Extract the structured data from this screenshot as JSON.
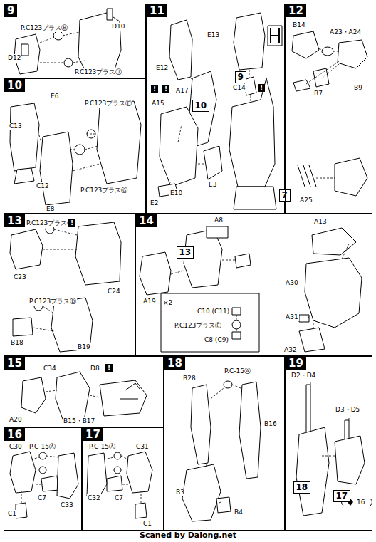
{
  "diagram": {
    "nodes": [
      {
        "text": [
          "9"
        ]
      },
      {
        "text": [
          "10"
        ]
      },
      {
        "text": [
          "11"
        ]
      },
      {
        "text": [
          "9"
        ],
        "in": 2
      },
      {
        "text": [
          "10"
        ],
        "in": 2
      },
      {
        "text": [
          "7"
        ],
        "in": 2
      },
      {
        "text": [
          "12"
        ]
      },
      {
        "text": [
          "13"
        ]
      },
      {
        "text": [
          "14"
        ]
      },
      {
        "text": [
          "13"
        ],
        "in": 8
      },
      {
        "text": [
          "15"
        ]
      },
      {
        "text": [
          "16"
        ]
      },
      {
        "text": [
          "17"
        ]
      },
      {
        "text": [
          "18"
        ]
      },
      {
        "text": [
          "19"
        ]
      },
      {
        "text": [
          "18"
        ],
        "in": 14
      },
      {
        "text": [
          "17"
        ],
        "in": 14
      }
    ],
    "labels": [
      "P.C123プラスⒷ",
      "D10",
      "D12",
      "P.C123プラスⒿ",
      "E6",
      "P.C123プラスⒻ",
      "C13",
      "C12",
      "E8",
      "P.C123プラスⒼ",
      "E13",
      "E12",
      "!",
      "!",
      "A17",
      "A15",
      "E10",
      "E3",
      "E2",
      "C14",
      "!",
      "B14",
      "A23・A24",
      "B7",
      "B9",
      "A25",
      "P.C123プラスⓀ",
      "!",
      "C23",
      "C24",
      "P.C123プラスⒹ",
      "B18",
      "B19",
      "A8",
      "A19",
      "×2",
      "C10 (C11)",
      "P.C123プラスⒺ",
      "C8 (C9)",
      "A13",
      "A30",
      "A31",
      "A32",
      "C34",
      "D8",
      "!",
      "A20",
      "B15・B17",
      "C30",
      "P.C-15Ⓐ",
      "C7",
      "C33",
      "C1",
      "P.C-15Ⓐ",
      "C31",
      "C32",
      "C7",
      "C1",
      "B28",
      "P.C-15Ⓐ",
      "B16",
      "B3",
      "B4",
      "D2・D4",
      "D3・D5",
      "16",
      "Scaned by Dalong.net"
    ]
  }
}
